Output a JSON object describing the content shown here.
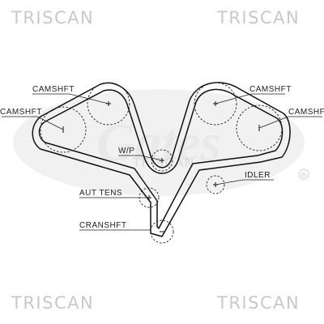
{
  "watermarks": {
    "top_left": "TRISCAN",
    "top_right": "TRISCAN",
    "bottom_left": "TRISCAN",
    "bottom_right": "TRISCAN",
    "center": "TRISCAN"
  },
  "logo": {
    "text": "Gates",
    "registered_mark": "®"
  },
  "labels": {
    "camshaft_top_left": "CAMSHFT",
    "camshaft_left": "CAMSHFT",
    "camshaft_top_right": "CAMSHFT",
    "camshaft_right": "CAMSHFT",
    "water_pump": "W/P",
    "idler": "IDLER",
    "auto_tensioner": "AUT TENS",
    "crankshaft": "CRANSHFT"
  },
  "colors": {
    "belt": "#111111",
    "pulley": "#222222",
    "watermark": "#c9c9c9",
    "logo": "#e9e9e9"
  }
}
